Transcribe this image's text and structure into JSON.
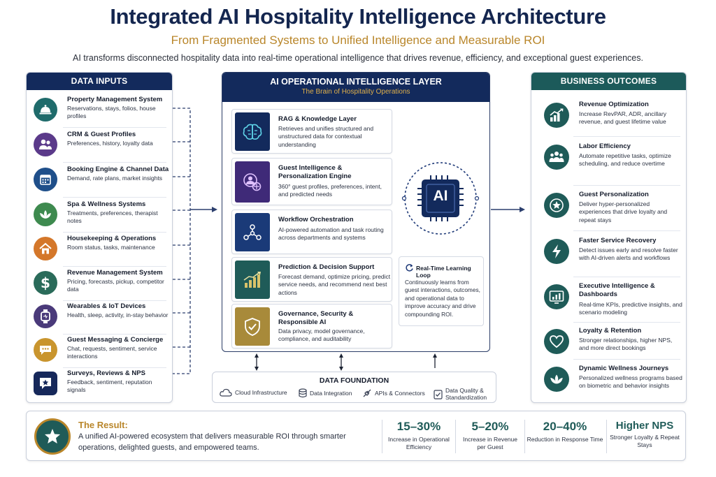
{
  "header": {
    "title": "Integrated AI Hospitality Intelligence Architecture",
    "subtitle": "From Fragmented Systems to Unified Intelligence and Measurable ROI",
    "tagline": "AI transforms disconnected hospitality data into real-time operational intelligence that drives revenue, efficiency, and exceptional guest experiences."
  },
  "inputs": {
    "heading": "DATA INPUTS",
    "items": [
      {
        "title": "Property Management System",
        "desc": "Reservations, stays, folios, house profiles",
        "icon": "bell-icon",
        "color": "#1f6b6b"
      },
      {
        "title": "CRM & Guest Profiles",
        "desc": "Preferences, history, loyalty data",
        "icon": "users-icon",
        "color": "#5b3a8a"
      },
      {
        "title": "Booking Engine & Channel Data",
        "desc": "Demand, rate plans, market insights",
        "icon": "calendar-icon",
        "color": "#1f4f8a"
      },
      {
        "title": "Spa & Wellness Systems",
        "desc": "Treatments, preferences, therapist notes",
        "icon": "lotus-icon",
        "color": "#3e8a4f"
      },
      {
        "title": "Housekeeping & Operations",
        "desc": "Room status, tasks, maintenance",
        "icon": "house-icon",
        "color": "#d4772a"
      },
      {
        "title": "Revenue Management System",
        "desc": "Pricing, forecasts, pickup, competitor data",
        "icon": "dollar-icon",
        "color": "#2a6b5a"
      },
      {
        "title": "Wearables & IoT Devices",
        "desc": "Health, sleep, activity, in-stay behavior",
        "icon": "watch-icon",
        "color": "#4a3a7a"
      },
      {
        "title": "Guest Messaging & Concierge",
        "desc": "Chat, requests, sentiment, service interactions",
        "icon": "chat-icon",
        "color": "#c9952e"
      },
      {
        "title": "Surveys, Reviews & NPS",
        "desc": "Feedback, sentiment, reputation signals",
        "icon": "review-icon",
        "color": "#16285a"
      }
    ]
  },
  "center": {
    "title": "AI OPERATIONAL INTELLIGENCE LAYER",
    "subtitle": "The Brain of Hospitality Operations",
    "chip_label": "AI",
    "capabilities": [
      {
        "title": "RAG & Knowledge Layer",
        "desc": "Retrieves and unifies structured and unstructured data for contextual understanding",
        "icon": "brain-icon",
        "color": "#132a5c"
      },
      {
        "title": "Guest Intelligence & Personalization Engine",
        "desc": "360° guest profiles, preferences, intent, and predicted needs",
        "icon": "profile-target-icon",
        "color": "#3f2a78"
      },
      {
        "title": "Workflow Orchestration",
        "desc": "AI-powered automation and task routing across departments and systems",
        "icon": "network-icon",
        "color": "#1a3a78"
      },
      {
        "title": "Prediction & Decision Support",
        "desc": "Forecast demand, optimize pricing, predict service needs, and recommend next best actions",
        "icon": "bar-chart-icon",
        "color": "#1f5b58"
      },
      {
        "title": "Governance, Security & Responsible AI",
        "desc": "Data privacy, model governance, compliance, and auditability",
        "icon": "shield-icon",
        "color": "#a88a3a"
      }
    ],
    "loop": {
      "title": "Real-Time Learning Loop",
      "desc": "Continuously learns from guest interactions, outcomes, and operational data to improve accuracy and drive compounding ROI."
    }
  },
  "foundation": {
    "title": "DATA FOUNDATION",
    "items": [
      {
        "label": "Cloud Infrastructure",
        "icon": "cloud-icon"
      },
      {
        "label": "Data Integration",
        "icon": "database-icon"
      },
      {
        "label": "APIs & Connectors",
        "icon": "plug-icon"
      },
      {
        "label": "Data Quality & Standardization",
        "icon": "checklist-icon"
      }
    ]
  },
  "outcomes": {
    "heading": "BUSINESS OUTCOMES",
    "items": [
      {
        "title": "Revenue Optimization",
        "desc": "Increase RevPAR, ADR, ancillary revenue, and guest lifetime value",
        "icon": "trend-up-icon"
      },
      {
        "title": "Labor Efficiency",
        "desc": "Automate repetitive tasks, optimize scheduling, and reduce overtime",
        "icon": "team-icon"
      },
      {
        "title": "Guest Personalization",
        "desc": "Deliver hyper-personalized experiences that drive loyalty and repeat stays",
        "icon": "star-badge-icon"
      },
      {
        "title": "Faster Service Recovery",
        "desc": "Detect issues early and resolve faster with AI-driven alerts and workflows",
        "icon": "lightning-icon"
      },
      {
        "title": "Executive Intelligence & Dashboards",
        "desc": "Real-time KPIs, predictive insights, and scenario modeling",
        "icon": "dashboard-icon"
      },
      {
        "title": "Loyalty & Retention",
        "desc": "Stronger relationships, higher NPS, and more direct bookings",
        "icon": "heart-icon"
      },
      {
        "title": "Dynamic Wellness Journeys",
        "desc": "Personalized wellness programs based on biometric and behavior insights",
        "icon": "lotus-icon"
      }
    ]
  },
  "result": {
    "title": "The Result:",
    "text": "A unified AI-powered ecosystem that delivers measurable ROI through smarter operations, delighted guests, and empowered teams.",
    "metrics": [
      {
        "value": "15–30%",
        "label": "Increase in Operational Efficiency"
      },
      {
        "value": "5–20%",
        "label": "Increase in Revenue per Guest"
      },
      {
        "value": "20–40%",
        "label": "Reduction in Response Time"
      },
      {
        "value": "Higher NPS",
        "label": "Stronger Loyalty & Repeat Stays"
      }
    ]
  }
}
